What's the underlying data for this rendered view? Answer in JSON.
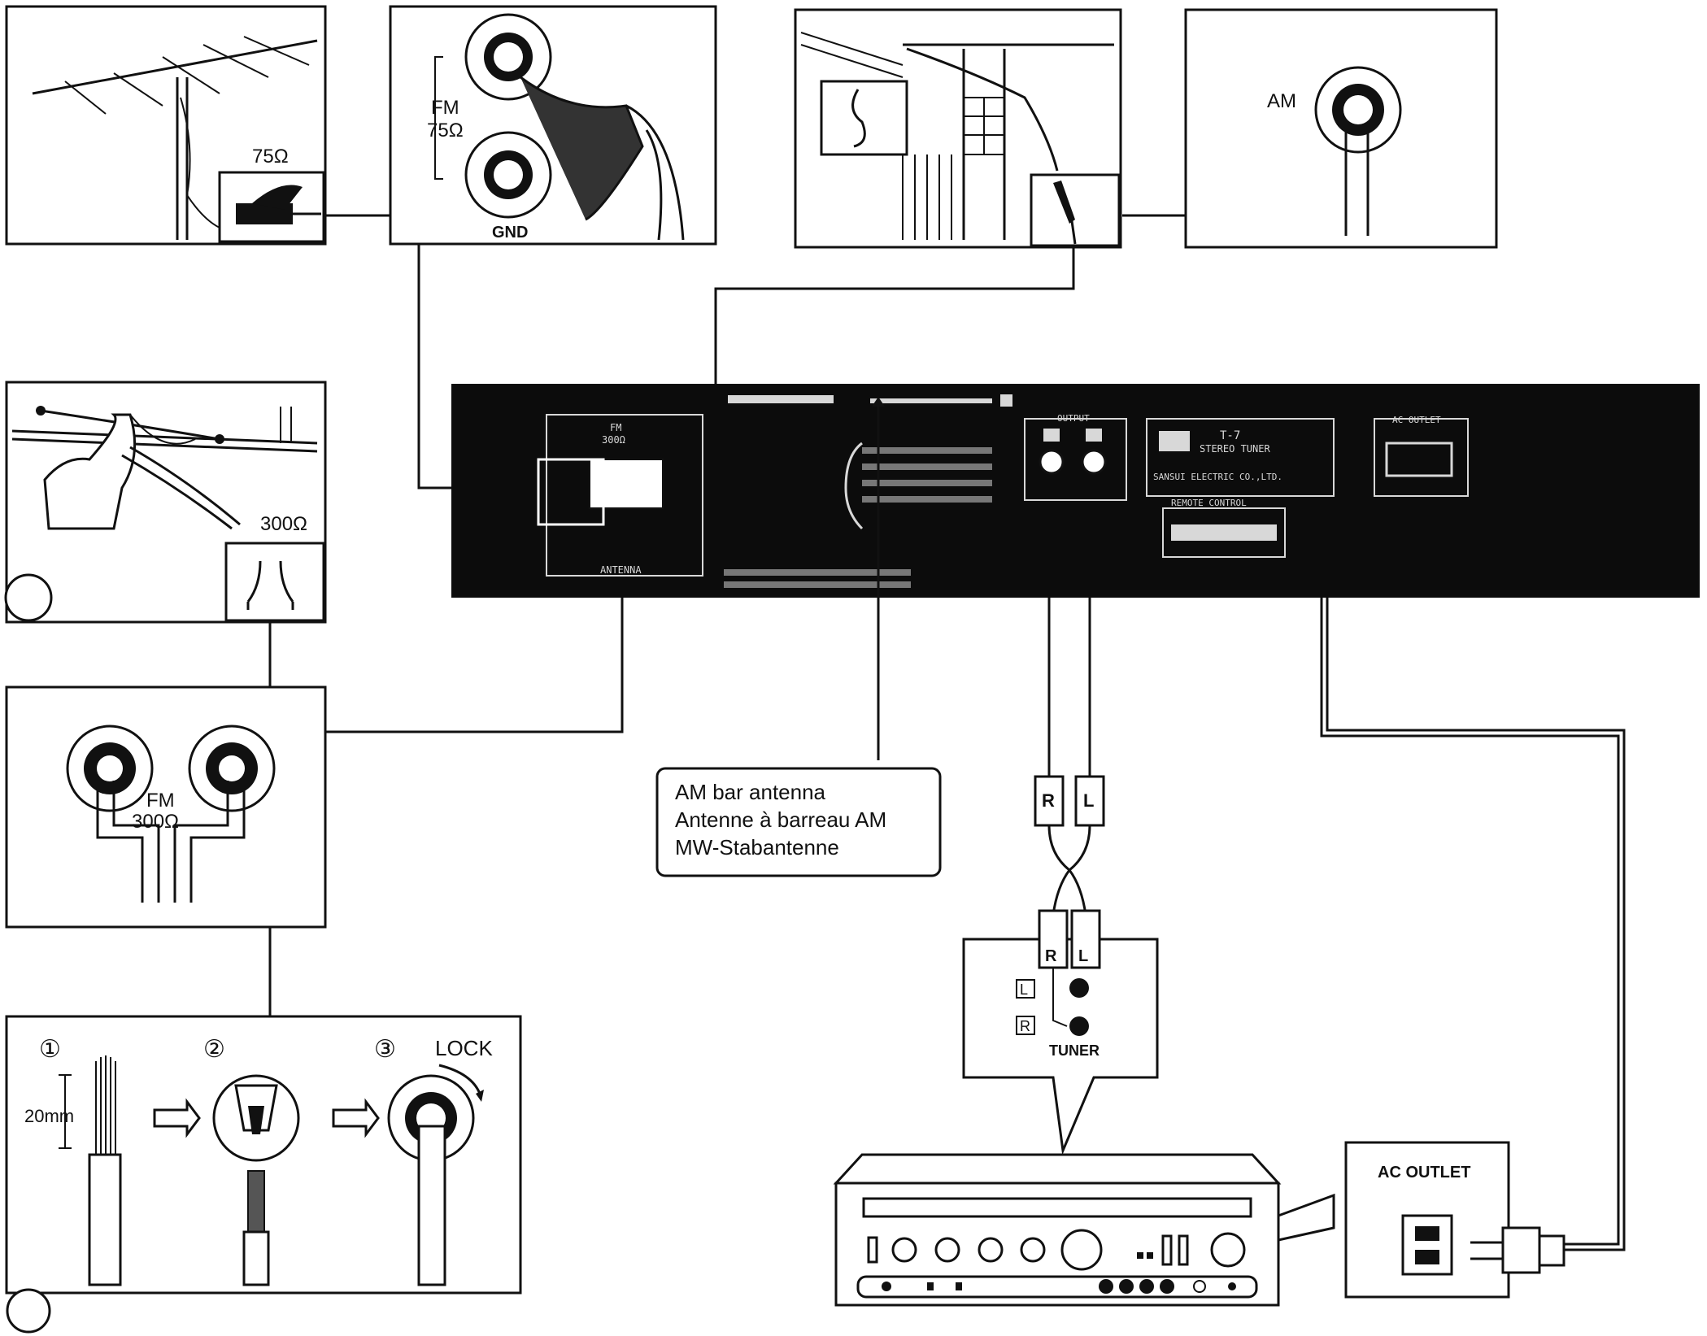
{
  "panels": {
    "coax_antenna": {
      "impedance_label": "75Ω"
    },
    "fm75_terminal": {
      "fm_label": "FM",
      "impedance_label": "75Ω",
      "ground_label": "GND"
    },
    "am_terminal": {
      "am_label": "AM"
    },
    "dipole_antenna": {
      "impedance_label": "300Ω"
    },
    "fm300_terminal": {
      "fm_label": "FM",
      "impedance_label": "300Ω"
    },
    "wire_prep": {
      "step1": "①",
      "step2": "②",
      "step3": "③",
      "strip_length": "20mm",
      "lock_label": "LOCK"
    }
  },
  "callout": {
    "lines": [
      "AM bar antenna",
      "Antenne à barreau AM",
      "MW-Stabantenne"
    ]
  },
  "rca": {
    "right_label": "R",
    "left_label": "L"
  },
  "amp_input": {
    "left_label": "L",
    "right_label": "R",
    "tuner_label": "TUNER"
  },
  "ac_outlet": {
    "label": "AC OUTLET"
  },
  "rear_panel": {
    "output_label": "OUTPUT",
    "model_label": "T-7",
    "product_label": "STEREO TUNER",
    "maker_label": "SANSUI ELECTRIC CO.,LTD.",
    "remote_label": "REMOTE CONTROL",
    "ac_outlet_label": "AC OUTLET",
    "antenna_label": "ANTENNA",
    "fm_label": "FM",
    "fm_impedance": "300Ω"
  },
  "colors": {
    "line": "#111111",
    "panel_body": "#0c0c0c",
    "panel_text": "#d8d8d8",
    "paper": "#ffffff"
  }
}
